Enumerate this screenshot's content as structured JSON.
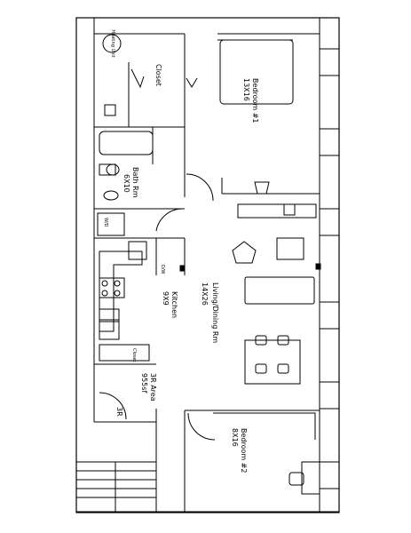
{
  "plan": {
    "rooms": [
      {
        "id": "bedroom1",
        "name": "Bedroom #1",
        "size": "13X16"
      },
      {
        "id": "bath",
        "name": "Bath Rm",
        "size": "6X10"
      },
      {
        "id": "closet",
        "name": "Closet",
        "size": ""
      },
      {
        "id": "kitchen",
        "name": "Kitchen",
        "size": "9X9"
      },
      {
        "id": "living",
        "name": "Living/Dining Rm",
        "size": "14X26"
      },
      {
        "id": "bedroom2",
        "name": "Bedroom #2",
        "size": "8X16"
      },
      {
        "id": "area",
        "name": "3R Area",
        "size": "955sf"
      }
    ],
    "labels": {
      "heating_unit": "Heating Unit",
      "wd": "W/D",
      "dw": "D/W",
      "closet_small": "Closet",
      "unit": "3R"
    }
  }
}
